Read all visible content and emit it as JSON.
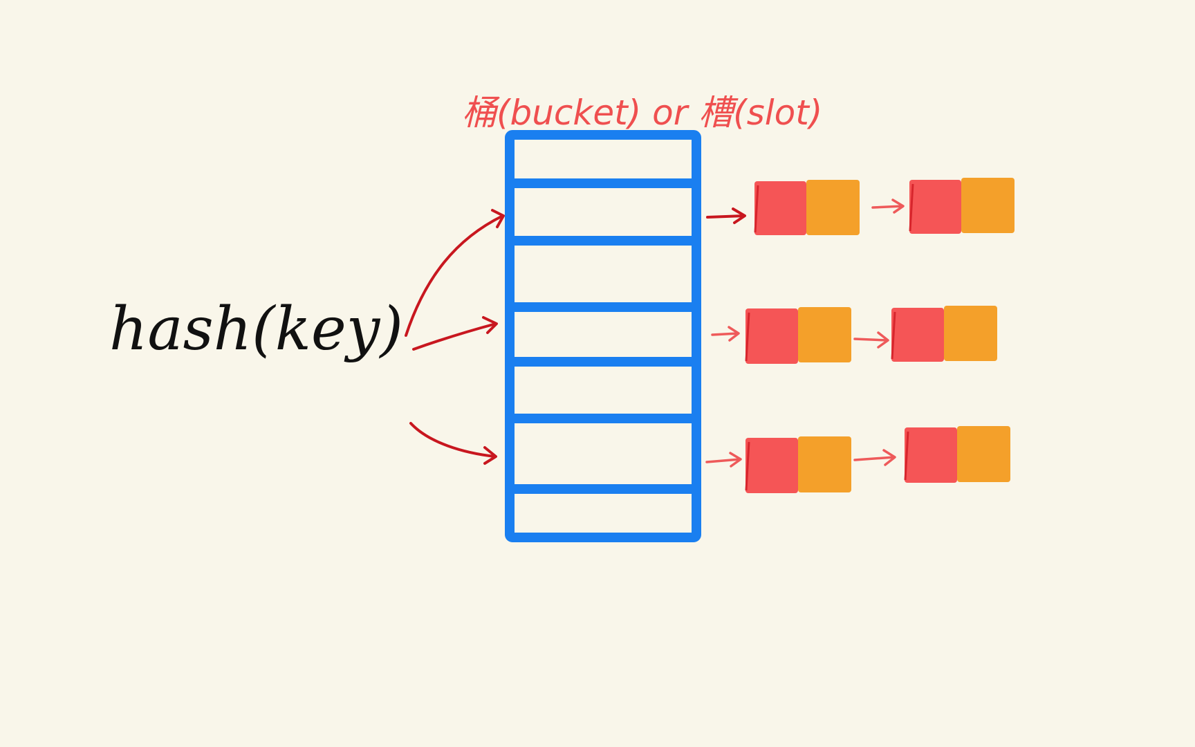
{
  "bucket_label": "桶(bucket) or 槽(slot)",
  "hash_label": "hash(key)",
  "bucket_count": 7,
  "hashed_buckets": [
    1,
    3,
    5
  ],
  "chains": [
    {
      "bucket": 1,
      "nodes": 2
    },
    {
      "bucket": 3,
      "nodes": 2
    },
    {
      "bucket": 5,
      "nodes": 2
    }
  ],
  "colors": {
    "background": "#f9f6ea",
    "bucket_stroke": "#1a7ff0",
    "label_red": "#ef4f4f",
    "hash_text": "#111111",
    "hash_arrow": "#c8171f",
    "chain_arrow": "#ee5a5a",
    "node_key": "#f55556",
    "node_key_shade": "#d7262d",
    "node_value": "#f4a02a"
  }
}
